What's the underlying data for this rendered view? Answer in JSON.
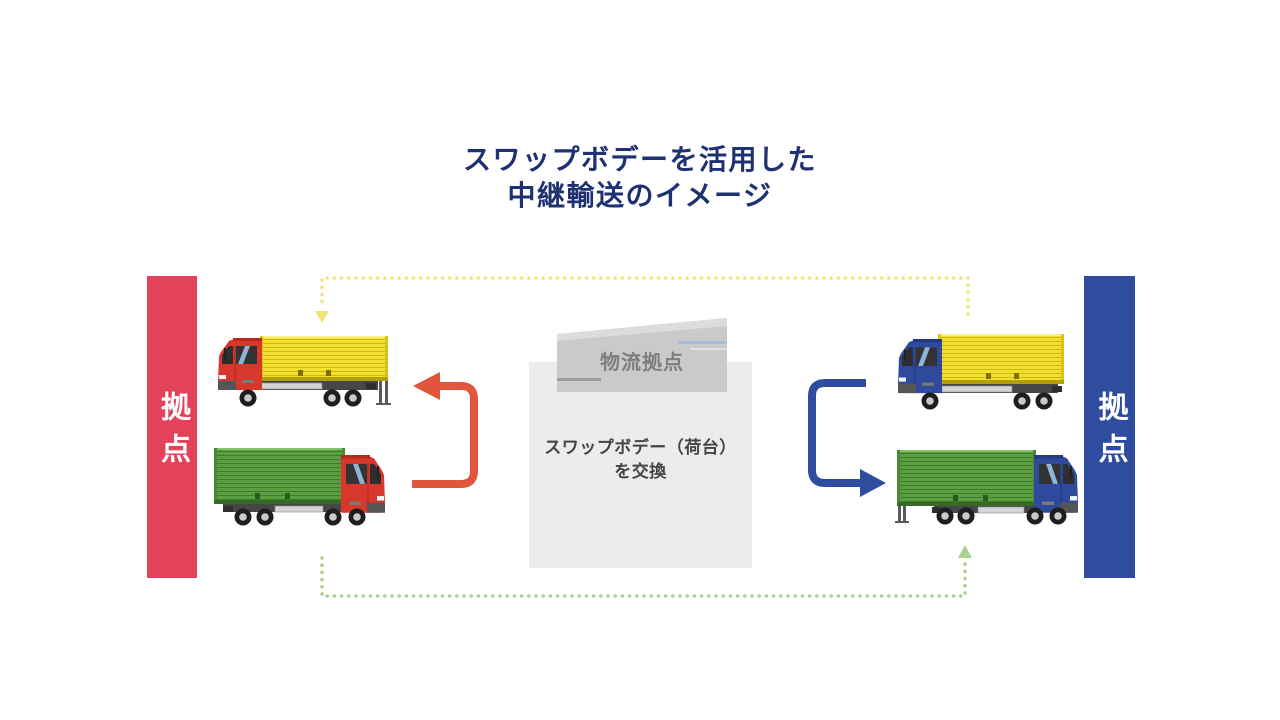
{
  "title": {
    "line1": "スワップボデーを活用した",
    "line2": "中継輸送のイメージ"
  },
  "left_base": {
    "label": "拠点",
    "color": "#e4415a"
  },
  "right_base": {
    "label": "拠点",
    "color": "#2e4d9e"
  },
  "hub": {
    "label": "物流拠点",
    "description_line1": "スワップボデー（荷台）",
    "description_line2": "を交換"
  },
  "colors": {
    "title": "#1e3170",
    "red_arrow": "#e1553d",
    "blue_arrow": "#2e4d9e",
    "yellow_route": "#f1e47a",
    "green_route": "#a9d18f",
    "yellow_body": "#f4e02c",
    "green_body": "#5c9f43",
    "red_cab": "#d8372c",
    "blue_cab": "#2f4a9c",
    "hub_floor": "#ececec",
    "hub_roof": "#cacaca"
  }
}
